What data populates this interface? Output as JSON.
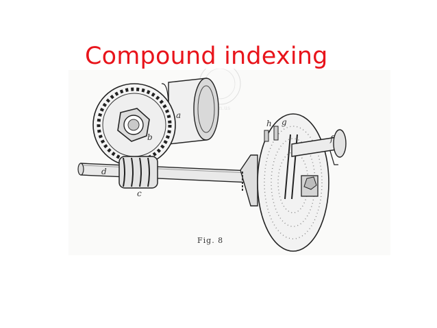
{
  "slide": {
    "title": "Compound indexing",
    "title_color": "#e8141b"
  },
  "figure": {
    "caption": "Fig. 8",
    "part_labels": [
      "a",
      "b",
      "c",
      "d",
      "f",
      "g",
      "h"
    ],
    "watermark_text": "http://...tum.us"
  }
}
